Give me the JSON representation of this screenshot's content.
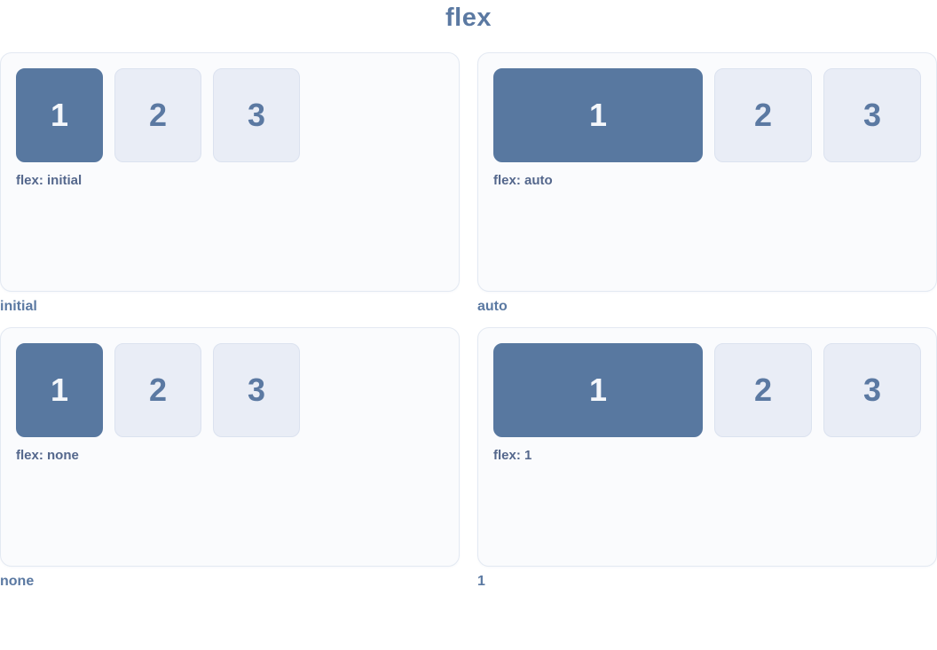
{
  "page": {
    "title": "flex"
  },
  "colors": {
    "accent": "#5b79a2",
    "box_primary": "#5878a0",
    "box_light": "#e9edf6",
    "panel_bg": "#fafbfd"
  },
  "panels": [
    {
      "name": "initial",
      "caption": "flex: initial",
      "boxes": [
        "1",
        "2",
        "3"
      ]
    },
    {
      "name": "auto",
      "caption": "flex: auto",
      "boxes": [
        "1",
        "2",
        "3"
      ]
    },
    {
      "name": "none",
      "caption": "flex: none",
      "boxes": [
        "1",
        "2",
        "3"
      ]
    },
    {
      "name": "1",
      "caption": "flex: 1",
      "boxes": [
        "1",
        "2",
        "3"
      ]
    }
  ]
}
